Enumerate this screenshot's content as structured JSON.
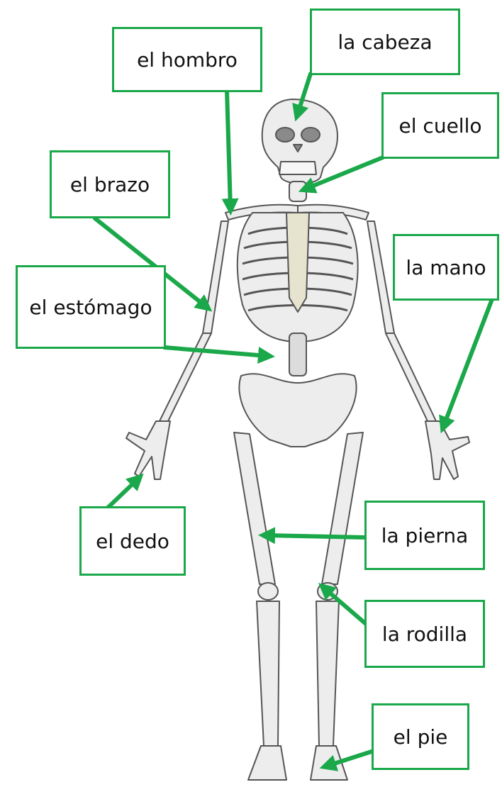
{
  "labels": {
    "cabeza": "la cabeza",
    "hombro": "el hombro",
    "cuello": "el cuello",
    "brazo": "el brazo",
    "mano": "la mano",
    "estomago": "el estómago",
    "dedo": "el dedo",
    "pierna": "la pierna",
    "rodilla": "la rodilla",
    "pie": "el pie"
  },
  "colors": {
    "accent": "#1aa84a",
    "bone": "#ededed",
    "bone_outline": "#555555",
    "cartilage": "#e6e3cf"
  }
}
